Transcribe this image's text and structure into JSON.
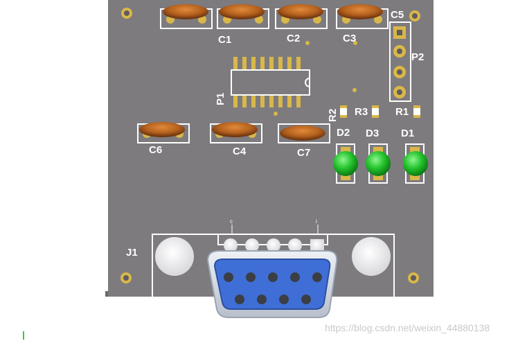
{
  "board": {
    "capacitors": [
      "C1",
      "C2",
      "C3",
      "C4",
      "C5",
      "C6",
      "C7"
    ],
    "resistors": [
      "R1",
      "R2",
      "R3"
    ],
    "leds": [
      "D1",
      "D2",
      "D3"
    ],
    "connectors": [
      "P1",
      "P2",
      "J1"
    ],
    "pin_labels": {
      "left": "c",
      "right": "i"
    }
  },
  "colors": {
    "board": "#7d7b7e",
    "gold": "#d9b74a",
    "capacitor": "#b5611e",
    "led": "#22c22c",
    "db9_shell": "#3f6fd6"
  },
  "watermark": "https://blog.csdn.net/weixin_44880138"
}
